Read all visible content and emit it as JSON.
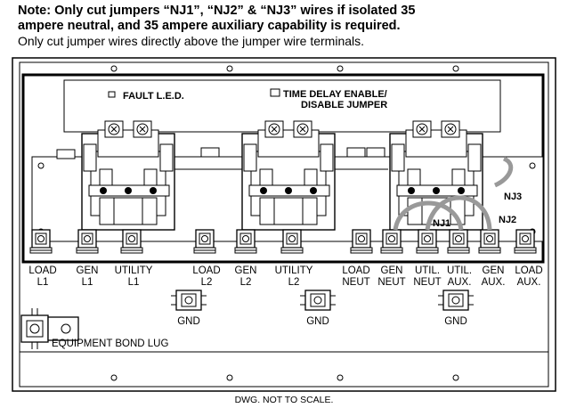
{
  "note": {
    "line1": "Note: Only cut jumpers “NJ1”, “NJ2” & “NJ3” wires  if isolated 35",
    "line2": "ampere neutral, and 35 ampere auxiliary capability is required.",
    "line3": "Only cut jumper wires directly above the jumper wire terminals."
  },
  "panel": {
    "fault_led": "FAULT L.E.D.",
    "time_delay_1": "TIME DELAY ENABLE/",
    "time_delay_2": "DISABLE JUMPER"
  },
  "jumpers": {
    "nj1": "NJ1",
    "nj2": "NJ2",
    "nj3": "NJ3"
  },
  "terminals": {
    "load_l1": [
      "LOAD",
      "L1"
    ],
    "gen_l1": [
      "GEN",
      "L1"
    ],
    "utility_l1": [
      "UTILITY",
      "L1"
    ],
    "load_l2": [
      "LOAD",
      "L2"
    ],
    "gen_l2": [
      "GEN",
      "L2"
    ],
    "utility_l2": [
      "UTILITY",
      "L2"
    ],
    "load_neut": [
      "LOAD",
      "NEUT"
    ],
    "gen_neut": [
      "GEN",
      "NEUT"
    ],
    "util_neut": [
      "UTIL.",
      "NEUT"
    ],
    "util_aux": [
      "UTIL.",
      "AUX."
    ],
    "gen_aux": [
      "GEN",
      "AUX."
    ],
    "load_aux": [
      "LOAD",
      "AUX."
    ]
  },
  "gnd": "GND",
  "bond_lug": "EQUIPMENT BOND LUG",
  "footer": "DWG. NOT TO SCALE."
}
